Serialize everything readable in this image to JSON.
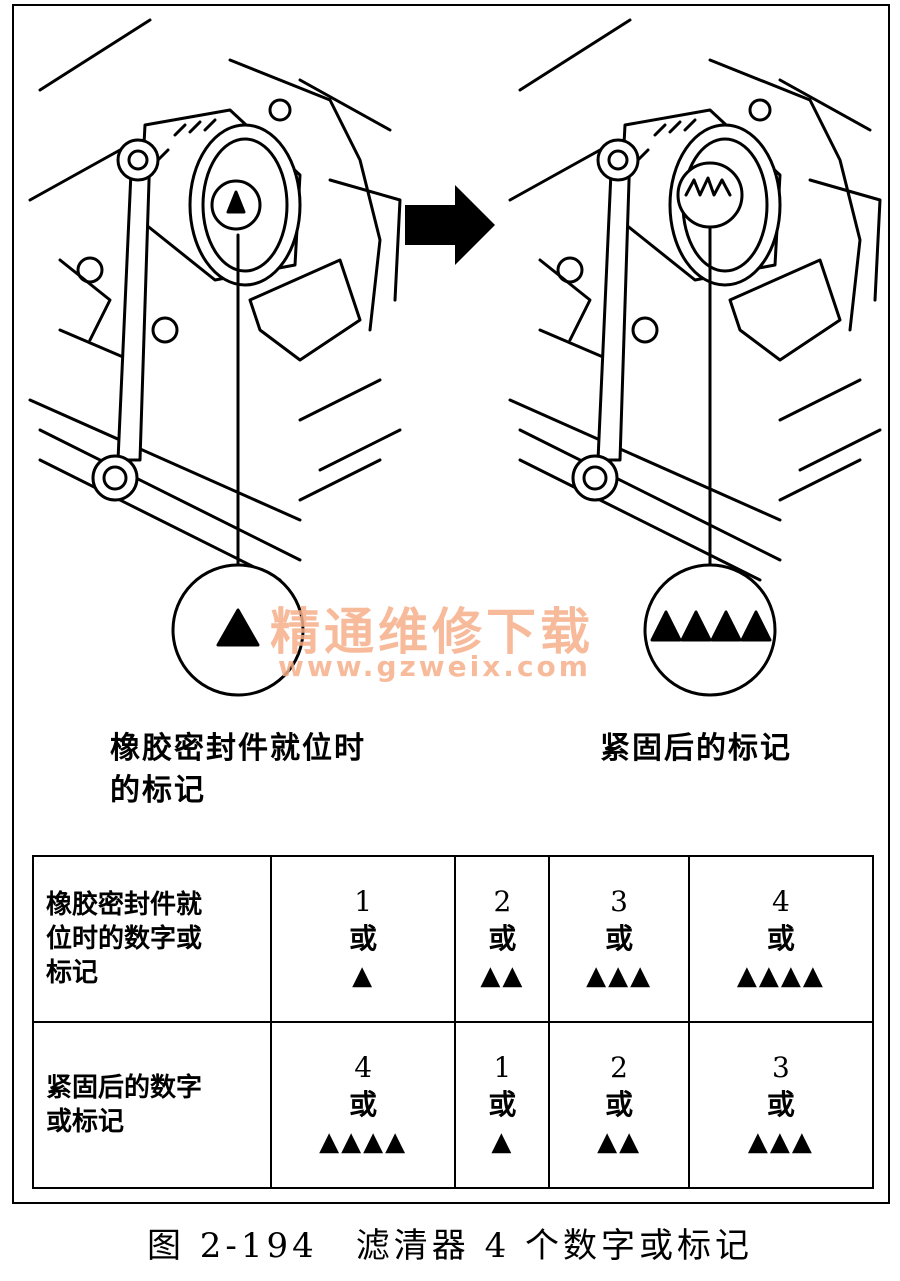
{
  "captions": {
    "left_line1": "橡胶密封件就位时",
    "left_line2": "的标记",
    "right": "紧固后的标记"
  },
  "watermark": {
    "cn": "精通维修下载",
    "url": "www.gzweix.com",
    "color": "#f6b08a"
  },
  "table": {
    "rows": [
      {
        "header_lines": [
          "橡胶密封件就",
          "位时的数字或",
          "标记"
        ],
        "cells": [
          {
            "num": "1",
            "or": "或",
            "tri": "▲"
          },
          {
            "num": "2",
            "or": "或",
            "tri": "▲▲"
          },
          {
            "num": "3",
            "or": "或",
            "tri": "▲▲▲"
          },
          {
            "num": "4",
            "or": "或",
            "tri": "▲▲▲▲"
          }
        ]
      },
      {
        "header_lines": [
          "紧固后的数字",
          "或标记"
        ],
        "cells": [
          {
            "num": "4",
            "or": "或",
            "tri": "▲▲▲▲"
          },
          {
            "num": "1",
            "or": "或",
            "tri": "▲"
          },
          {
            "num": "2",
            "or": "或",
            "tri": "▲▲"
          },
          {
            "num": "3",
            "or": "或",
            "tri": "▲▲▲"
          }
        ]
      }
    ]
  },
  "figure_caption": "图 2-194　滤清器 4 个数字或标记",
  "icons": [
    "oil-filter-illustration",
    "wrench-icon",
    "right-arrow-icon",
    "triangle-mark-icon"
  ]
}
